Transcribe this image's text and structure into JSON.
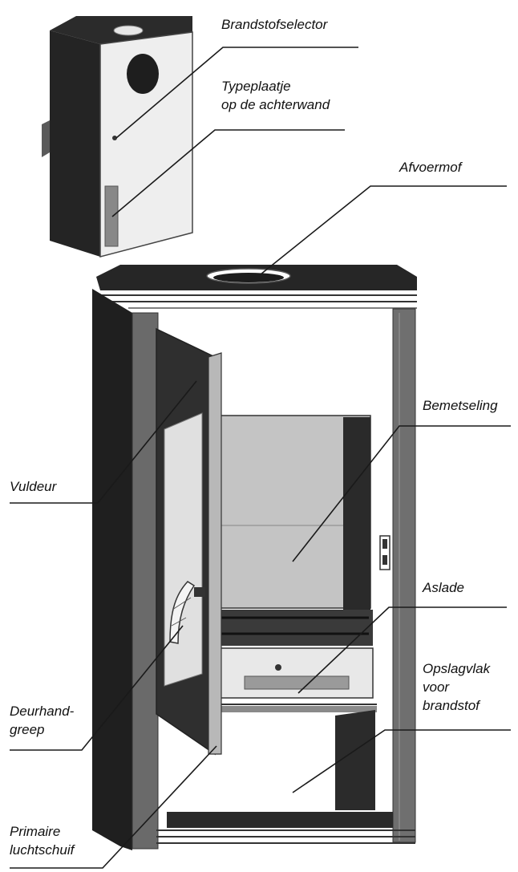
{
  "labels": {
    "fuel_selector": "Brandstofselector",
    "type_plate_1": "Typeplaatje",
    "type_plate_2": "op de achterwand",
    "flue_collar": "Afvoermof",
    "masonry": "Bemetseling",
    "fill_door": "Vuldeur",
    "ash_drawer": "Aslade",
    "storage_1": "Opslagvlak",
    "storage_2": "voor",
    "storage_3": "brandstof",
    "door_handle_1": "Deurhand-",
    "door_handle_2": "greep",
    "primary_air_1": "Primaire",
    "primary_air_2": "luchtschuif"
  }
}
